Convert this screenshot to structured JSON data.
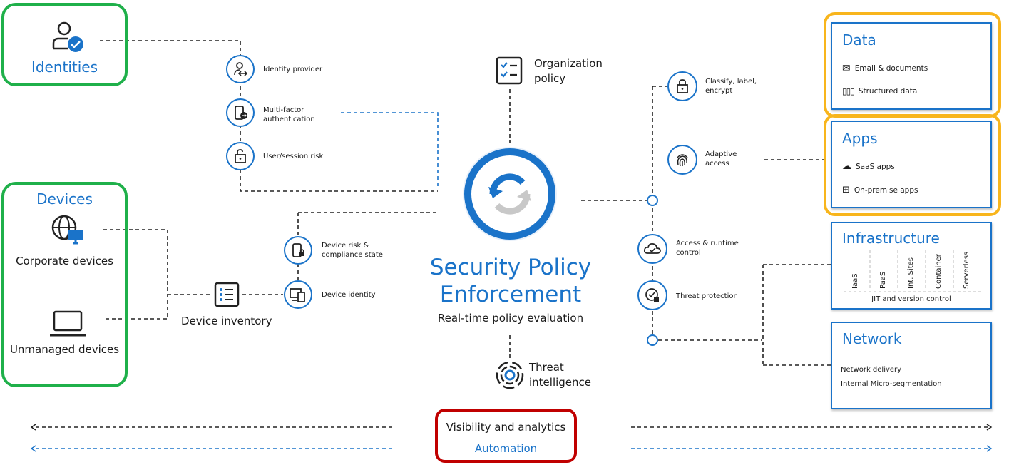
{
  "identities": {
    "label": "Identities"
  },
  "devices": {
    "title": "Devices",
    "corporate": "Corporate devices",
    "unmanaged": "Unmanaged devices"
  },
  "device_inventory": "Device inventory",
  "identity_controls": [
    "Identity provider",
    "Multi-factor authentication",
    "User/session risk"
  ],
  "device_controls": [
    "Device risk & compliance state",
    "Device identity"
  ],
  "org_policy": "Organization policy",
  "center": {
    "title_line1": "Security Policy",
    "title_line2": "Enforcement",
    "subtitle": "Real-time policy evaluation"
  },
  "threat_intel": "Threat intelligence",
  "right_controls": [
    "Classify, label, encrypt",
    "Adaptive access",
    "Access & runtime control",
    "Threat protection"
  ],
  "data_box": {
    "title": "Data",
    "items": [
      "Email & documents",
      "Structured data"
    ]
  },
  "apps_box": {
    "title": "Apps",
    "items": [
      "SaaS apps",
      "On-premise apps"
    ]
  },
  "infra_box": {
    "title": "Infrastructure",
    "columns": [
      "IaaS",
      "PaaS",
      "Int. Sites",
      "Container",
      "Serverless"
    ],
    "footer": "JIT and version control"
  },
  "network_box": {
    "title": "Network",
    "items": [
      "Network delivery",
      "Internal Micro-segmentation"
    ]
  },
  "bottom": {
    "visibility": "Visibility and analytics",
    "automation": "Automation"
  },
  "colors": {
    "accent": "#1a73c9",
    "green": "#1fb04a",
    "orange": "#f8b51c",
    "red": "#c00000"
  }
}
